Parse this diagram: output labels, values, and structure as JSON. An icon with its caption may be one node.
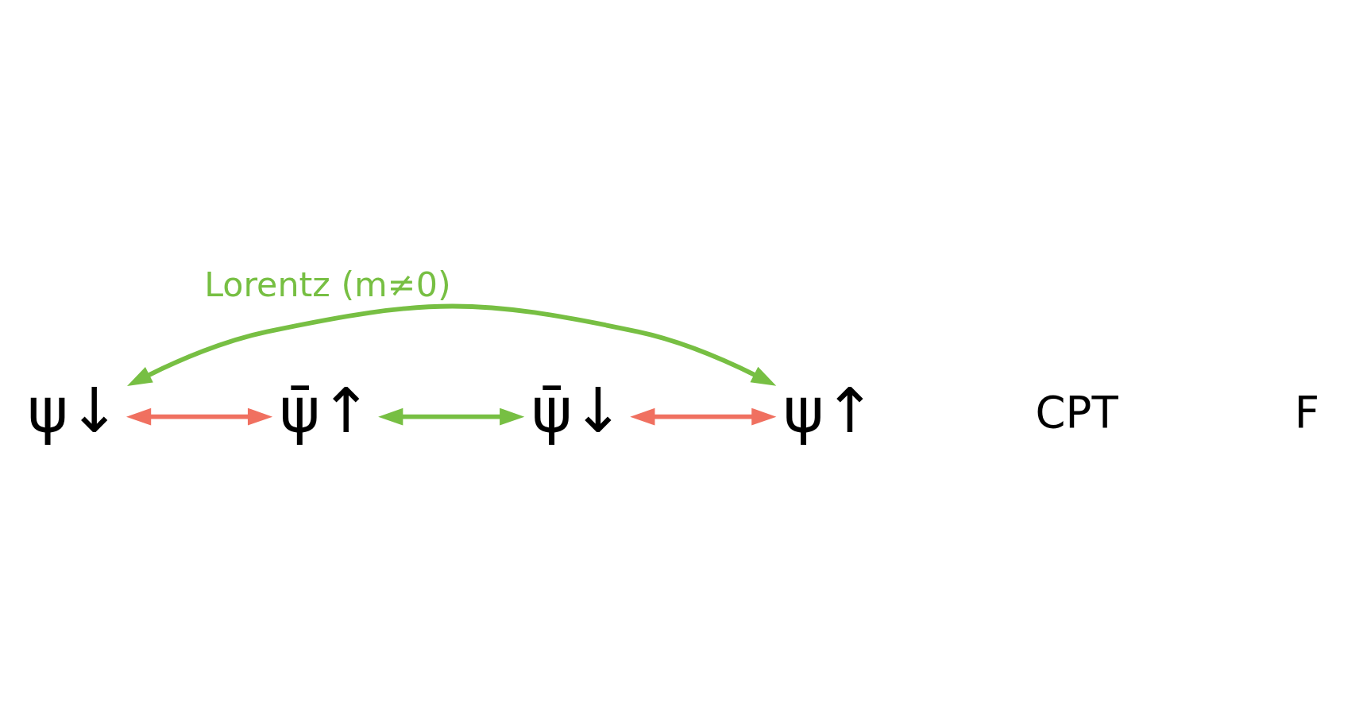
{
  "diagram": {
    "nodes": [
      {
        "text": [
          "ψ↓"
        ]
      },
      {
        "text": [
          "ψ̄↑"
        ]
      },
      {
        "text": [
          "ψ̄↓"
        ]
      },
      {
        "text": [
          "ψ↑"
        ]
      }
    ],
    "edges": [
      {
        "from": 0,
        "to": 3,
        "arrow": "both",
        "label": "Lorentz (m≠0)",
        "color": "#77bf43"
      },
      {
        "from": 1,
        "to": 2,
        "arrow": "both",
        "color": "#77bf43"
      },
      {
        "from": 0,
        "to": 1,
        "arrow": "both",
        "color": "#f07060"
      },
      {
        "from": 2,
        "to": 3,
        "arrow": "both",
        "color": "#f07060"
      }
    ],
    "labels": [
      "CPT",
      "F"
    ]
  }
}
